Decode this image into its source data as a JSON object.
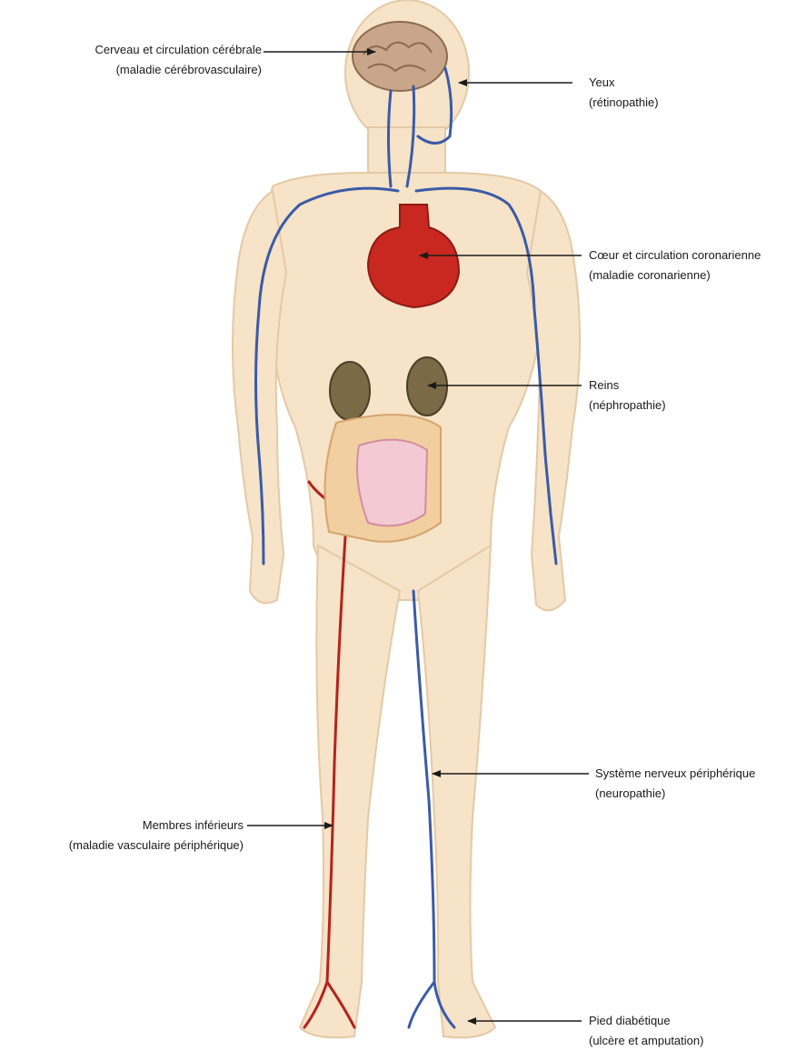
{
  "labels": {
    "brain": {
      "line1": "Cerveau et circulation cérébrale",
      "line2": "(maladie cérébrovasculaire)"
    },
    "eyes": {
      "line1": "Yeux",
      "line2": "(rétinopathie)"
    },
    "heart": {
      "line1": "Cœur et circulation coronarienne",
      "line2": "(maladie coronarienne)"
    },
    "kidneys": {
      "line1": "Reins",
      "line2": "(néphropathie)"
    },
    "nerves": {
      "line1": "Système nerveux périphérique",
      "line2": "(neuropathie)"
    },
    "limbs": {
      "line1": "Membres inférieurs",
      "line2": "(maladie vasculaire périphérique)"
    },
    "foot": {
      "line1": "Pied diabétique",
      "line2": "(ulcère et amputation)"
    }
  },
  "colors": {
    "skin": "#f6e3c8",
    "skin_outline": "#e4c9a5",
    "vein": "#3b5aa8",
    "artery": "#b5231c",
    "heart": "#c8281f",
    "kidney": "#7a6a45",
    "intestine_large": "#f2cfa0",
    "intestine_small": "#f3c9d3",
    "brain": "#c9a68a",
    "pointer": "#1a1a1a"
  }
}
